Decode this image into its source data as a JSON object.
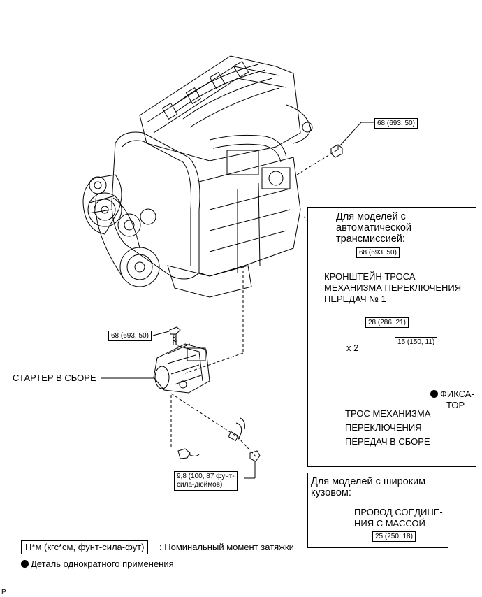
{
  "torque_specs": {
    "engine_bracket_bolt": "68 (693, 50)",
    "at_bracket_bolt": "68 (693, 50)",
    "starter_bolt": "68 (693, 50)",
    "cable_bracket_bolt": "28 (286, 21)",
    "cable_bolt": "15 (150, 11)",
    "terminal_nut_line1": "9,8 (100, 87 фунт-",
    "terminal_nut_line2": "сила-дюймов)",
    "ground_wire_bolt": "25 (250, 18)"
  },
  "labels": {
    "starter_assembly": "СТАРТЕР В СБОРЕ",
    "bracket_line1": "КРОНШТЕЙН ТРОСА",
    "bracket_line2": "МЕХАНИЗМА ПЕРЕКЛЮЧЕНИЯ",
    "bracket_line3": "ПЕРЕДАЧ № 1",
    "multiplier": "x 2",
    "clip_line1": "ФИКСА-",
    "clip_line2": "ТОР",
    "cable_line1": "ТРОС МЕХАНИЗМА",
    "cable_line2": "ПЕРЕКЛЮЧЕНИЯ",
    "cable_line3": "ПЕРЕДАЧ В СБОРЕ",
    "ground_line1": "ПРОВОД СОЕДИНЕ-",
    "ground_line2": "НИЯ С МАССОЙ"
  },
  "panels": {
    "at_models_line1": "Для моделей с",
    "at_models_line2": "автоматической",
    "at_models_line3": "трансмиссией:",
    "wide_body_line1": "Для моделей с широким",
    "wide_body_line2": "кузовом:"
  },
  "legend": {
    "units_box": "Н*м (кгс*см, фунт-сила-фут)",
    "units_desc": ": Номинальный момент затяжки",
    "nonreusable": "Деталь однократного применения"
  },
  "corner_mark": "P"
}
